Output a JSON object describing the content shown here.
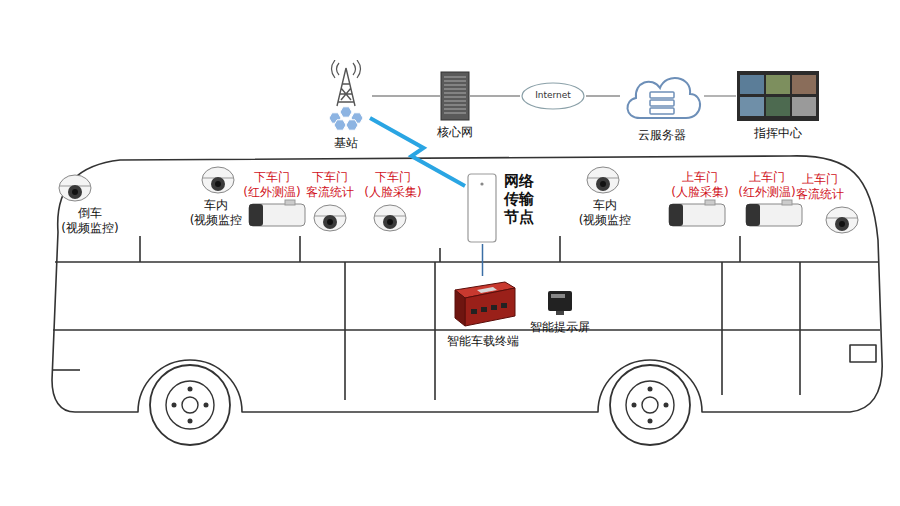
{
  "diagram": {
    "nodes": [
      {
        "text": [
          "基站"
        ]
      },
      {
        "text": [
          "核心网"
        ]
      },
      {
        "text": [
          "Internet"
        ]
      },
      {
        "text": [
          "云服务器"
        ]
      },
      {
        "text": [
          "指挥中心"
        ]
      },
      {
        "text": [
          "网络 传输 节点"
        ]
      },
      {
        "text": [
          "智能车载终端"
        ]
      },
      {
        "text": [
          "智能提示屏"
        ]
      }
    ],
    "edges": [
      {
        "from": 0,
        "to": 1,
        "arrow": "none"
      },
      {
        "from": 1,
        "to": 2,
        "arrow": "none"
      },
      {
        "from": 2,
        "to": 3,
        "arrow": "none"
      },
      {
        "from": 3,
        "to": 4,
        "arrow": "none"
      },
      {
        "from": 0,
        "to": 5,
        "arrow": "none"
      },
      {
        "from": 5,
        "to": 6,
        "arrow": "none"
      }
    ],
    "labels": [
      "倒车 (视频监控)",
      "车内 (视频监控",
      "下车门 (红外测温)",
      "下车门 客流统计",
      "下车门 (人脸采集)",
      "车内 (视频监控",
      "上车门 (人脸采集)",
      "上车门 (红外测温)",
      "上车门 客流统计"
    ]
  }
}
